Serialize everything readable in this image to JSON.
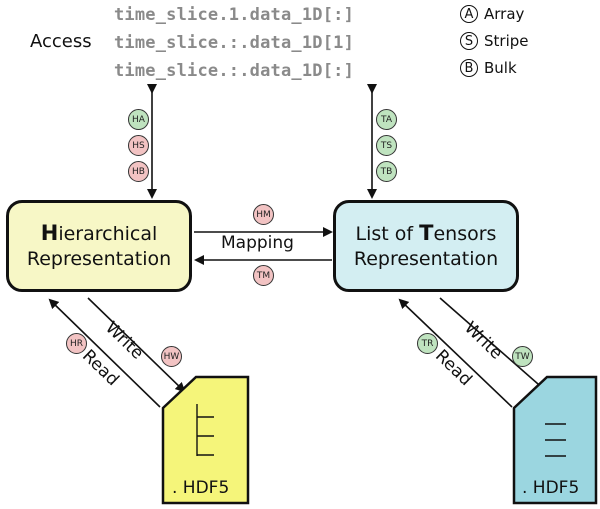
{
  "access": {
    "label": "Access",
    "lines": [
      "time_slice.1.data_1D[:]",
      "time_slice.:.data_1D[1]",
      "time_slice.:.data_1D[:]"
    ]
  },
  "legend": [
    {
      "letter": "A",
      "text": "Array"
    },
    {
      "letter": "S",
      "text": "Stripe"
    },
    {
      "letter": "B",
      "text": "Bulk"
    }
  ],
  "hierarchical": {
    "initial": "H",
    "rest": "ierarchical",
    "line2": "Representation",
    "color": "#f7f7c6"
  },
  "tensors": {
    "line1_pre": "List of ",
    "initial": "T",
    "line1_post": "ensors",
    "line2": "Representation",
    "color": "#d3eef2"
  },
  "mapping_label": "Mapping",
  "write_label": "Write",
  "read_label": "Read",
  "files": [
    {
      "label": ". HDF5",
      "color": "#f5f57a"
    },
    {
      "label": ". HDF5",
      "color": "#9bd6e0"
    }
  ],
  "badges": {
    "HA": "HA",
    "HS": "HS",
    "HB": "HB",
    "TA": "TA",
    "TS": "TS",
    "TB": "TB",
    "HM": "HM",
    "TM": "TM",
    "HR": "HR",
    "HW": "HW",
    "TR": "TR",
    "TW": "TW"
  },
  "colors": {
    "green_badge": "#bfe3bf",
    "red_badge": "#f2c3c3"
  }
}
